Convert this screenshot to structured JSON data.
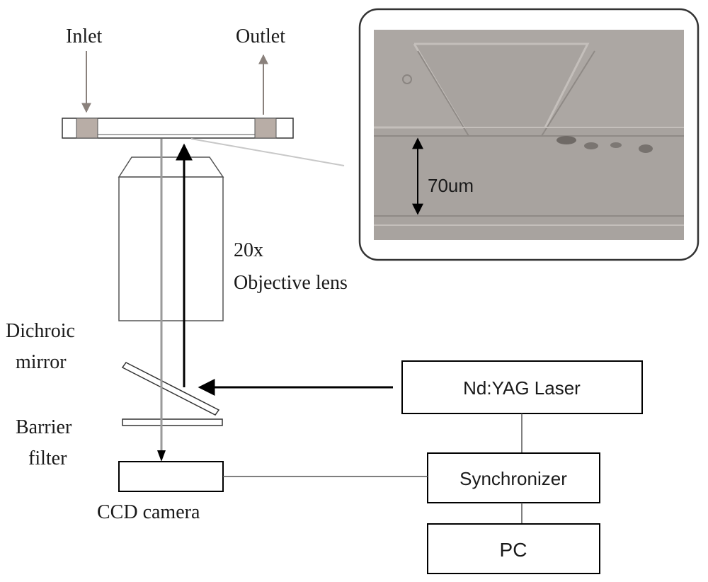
{
  "labels": {
    "inlet": "Inlet",
    "outlet": "Outlet",
    "magnification": "20x",
    "objective": "Objective lens",
    "dichroic_line1": "Dichroic",
    "dichroic_line2": "mirror",
    "barrier_line1": "Barrier",
    "barrier_line2": "filter",
    "ccd": "CCD camera",
    "laser": "Nd:YAG Laser",
    "synchronizer": "Synchronizer",
    "pc": "PC",
    "scale": "70um"
  },
  "colors": {
    "beam": "#000000",
    "emission": "#9a9a9a",
    "port": "#b8ada6",
    "micrograph_bg": "#a8a39f",
    "channel_wall": "#c4bfbb"
  }
}
